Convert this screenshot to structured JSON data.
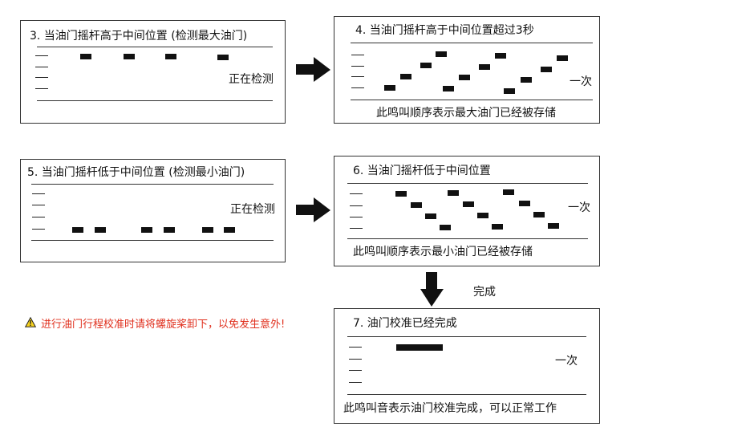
{
  "step3": {
    "title": "3. 当油门摇杆高于中间位置 (检测最大油门)",
    "status": "正在检测"
  },
  "step4": {
    "title": "4. 当油门摇杆高于中间位置超过3秒",
    "once": "一次",
    "caption": "此鸣叫顺序表示最大油门已经被存储"
  },
  "step5": {
    "title": "5. 当油门摇杆低于中间位置 (检测最小油门)",
    "status": "正在检测"
  },
  "step6": {
    "title": "6. 当油门摇杆低于中间位置",
    "once": "一次",
    "caption": "此鸣叫顺序表示最小油门已经被存储"
  },
  "step7": {
    "title": "7. 油门校准已经完成",
    "once": "一次",
    "caption": "此鸣叫音表示油门校准完成，可以正常工作"
  },
  "arrow_label": "完成",
  "warning": {
    "icon": "warning-triangle-icon",
    "text": "进行油门行程校准时请将螺旋桨卸下，以免发生意外!",
    "color": "#e0301e"
  }
}
